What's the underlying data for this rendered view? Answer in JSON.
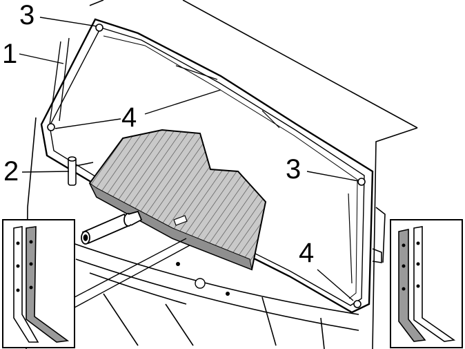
{
  "callouts": {
    "c1": "1",
    "c2": "2",
    "c3_top": "3",
    "c3_right": "3",
    "c4_top": "4",
    "c4_bottom": "4"
  },
  "colors": {
    "line": "#000000",
    "background": "#ffffff",
    "glass_hatch": "#b8b8b8",
    "tool_grey": "#9a9a9a"
  }
}
